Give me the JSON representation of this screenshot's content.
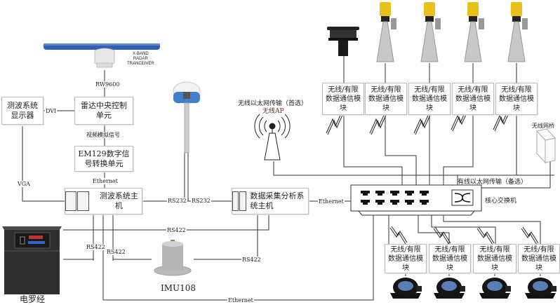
{
  "radar": {
    "antenna_label_lines": [
      "X-BAND",
      "RADAR",
      "TRANCEIVER"
    ],
    "link_label": "RW9600"
  },
  "boxes": {
    "display": "测波系统显示器",
    "radar_ctrl": "雷达中央控制单元",
    "em129": "EM129数字信号转换单元",
    "wave_host": "测波系统主机",
    "data_host": "数据采集分析系统主机",
    "switch_label": "核心交换机"
  },
  "links": {
    "dvi": "DVI",
    "video": "视频模拟信号",
    "ethernet1": "Ethernet",
    "vga": "VGA",
    "rs232_a": "RS232",
    "rs232_b": "RS232",
    "ethernet2": "Ethernet",
    "rs422_a": "RS422",
    "rs422_b": "RS422",
    "rs422_c": "RS422",
    "rs422_d": "RS422",
    "ethernet_bottom": "Ethernet"
  },
  "wireless": {
    "ap_title": "无线以太网传输（首选）",
    "ap_name": "无线AP",
    "wired_backup": "有线以太网传输（备选）",
    "bridge": "无线网桥"
  },
  "devices": {
    "gyrocompass": "电罗经",
    "imu": "IMU108"
  },
  "comm_module": {
    "line1": "无线/有限",
    "line2": "数据通信模",
    "line3": "块"
  },
  "top_modules": [
    {
      "device": "anemometer"
    },
    {
      "device": "radar-level-gauge"
    },
    {
      "device": "radar-level-gauge"
    },
    {
      "device": "radar-level-gauge"
    },
    {
      "device": "radar-level-gauge"
    }
  ],
  "bottom_modules": [
    {
      "device": "inclinometer"
    },
    {
      "device": "inclinometer"
    },
    {
      "device": "inclinometer"
    },
    {
      "device": "inclinometer"
    }
  ],
  "colors": {
    "radar_antenna": "#2f5fb8",
    "gauge_head": "#e8c21a",
    "ap_name": "#6b2a2a",
    "line": "#333333"
  }
}
